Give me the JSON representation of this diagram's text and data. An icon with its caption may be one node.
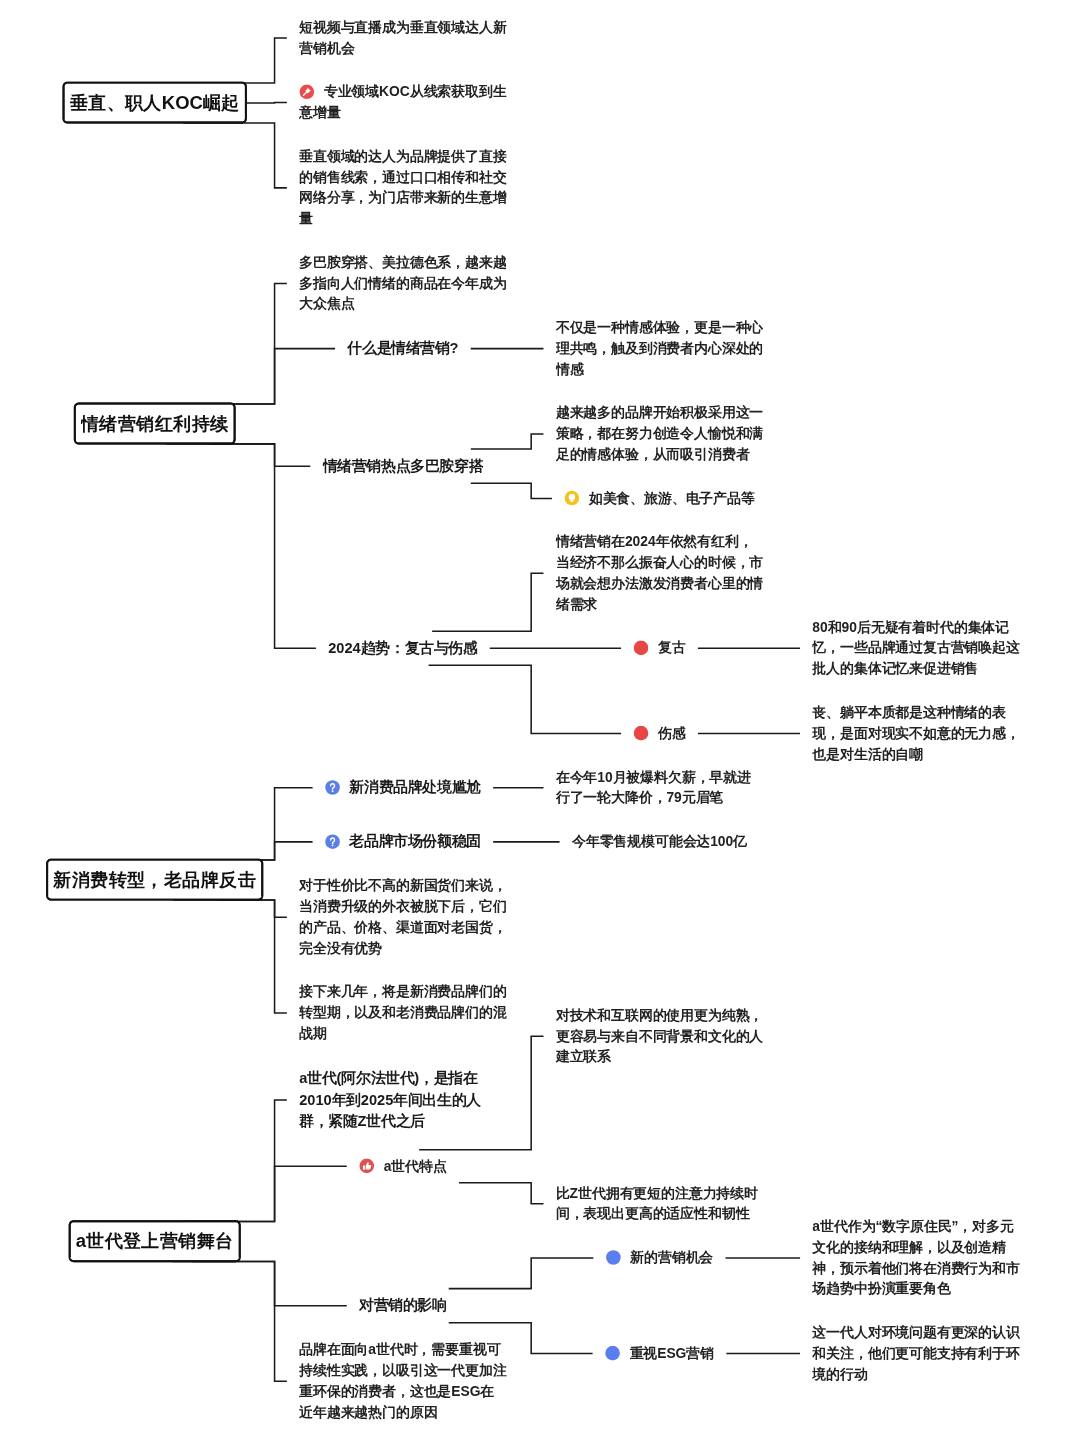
{
  "diagram": {
    "nodes": [
      {
        "text": [
          "垂直、职人KOC崛起"
        ]
      },
      {
        "text": [
          "短视频与直播成为垂直领域达人新营销机会"
        ]
      },
      {
        "text": [
          "专业领域KOC从线索获取到生意增量"
        ]
      },
      {
        "text": [
          "垂直领域的达人为品牌提供了直接的销售线索，通过口口相传和社交网络分享，为门店带来新的生意增量"
        ]
      },
      {
        "text": [
          "情绪营销红利持续"
        ]
      },
      {
        "text": [
          "多巴胺穿搭、美拉德色系，越来越多指向人们情绪的商品在今年成为大众焦点"
        ]
      },
      {
        "text": [
          "什么是情绪营销?"
        ]
      },
      {
        "text": [
          "不仅是一种情感体验，更是一种心理共鸣，触及到消费者内心深处的情感"
        ]
      },
      {
        "text": [
          "情绪营销热点多巴胺穿搭"
        ]
      },
      {
        "text": [
          "越来越多的品牌开始积极采用这一策略，都在努力创造令人愉悦和满足的情感体验，从而吸引消费者"
        ]
      },
      {
        "text": [
          "如美食、旅游、电子产品等"
        ]
      },
      {
        "text": [
          "2024趋势：复古与伤感"
        ]
      },
      {
        "text": [
          "情绪营销在2024年依然有红利，当经济不那么振奋人心的时候，市场就会想办法激发消费者心里的情绪需求"
        ]
      },
      {
        "text": [
          "复古"
        ]
      },
      {
        "text": [
          "80和90后无疑有着时代的集体记忆，一些品牌通过复古营销唤起这批人的集体记忆来促进销售"
        ]
      },
      {
        "text": [
          "伤感"
        ]
      },
      {
        "text": [
          "丧、躺平本质都是这种情绪的表现，是面对现实不如意的无力感，也是对生活的自嘲"
        ]
      },
      {
        "text": [
          "新消费转型，老品牌反击"
        ]
      },
      {
        "text": [
          "新消费品牌处境尴尬"
        ]
      },
      {
        "text": [
          "在今年10月被爆料欠薪，早就进行了一轮大降价，79元眉笔"
        ]
      },
      {
        "text": [
          "老品牌市场份额稳固"
        ]
      },
      {
        "text": [
          "今年零售规模可能会达100亿"
        ]
      },
      {
        "text": [
          "对于性价比不高的新国货们来说，当消费升级的外衣被脱下后，它们的产品、价格、渠道面对老国货，完全没有优势"
        ]
      },
      {
        "text": [
          "接下来几年，将是新消费品牌们的转型期，以及和老消费品牌们的混战期"
        ]
      },
      {
        "text": [
          "a世代登上营销舞台"
        ]
      },
      {
        "text": [
          "a世代(阿尔法世代)，是指在2010年到2025年间出生的人群，紧随Z世代之后"
        ]
      },
      {
        "text": [
          "a世代特点"
        ]
      },
      {
        "text": [
          "对技术和互联网的使用更为纯熟，更容易与来自不同背景和文化的人建立联系"
        ]
      },
      {
        "text": [
          "比Z世代拥有更短的注意力持续时间，表现出更高的适应性和韧性"
        ]
      },
      {
        "text": [
          "对营销的影响"
        ]
      },
      {
        "text": [
          "新的营销机会"
        ]
      },
      {
        "text": [
          "a世代作为“数字原住民”，对多元文化的接纳和理解，以及创造精神，预示着他们将在消费行为和市场趋势中扮演重要角色"
        ]
      },
      {
        "text": [
          "重视ESG营销"
        ]
      },
      {
        "text": [
          "这一代人对环境问题有更深的认识和关注，他们更可能支持有利于环境的行动"
        ]
      },
      {
        "text": [
          "品牌在面向a世代时，需要重视可持续性实践，以吸引这一代更加注重环保的消费者，这也是ESG在近年越来越热门的原因"
        ]
      }
    ],
    "edges": [
      {
        "from": 0,
        "to": 1,
        "arrow": "none"
      },
      {
        "from": 0,
        "to": 2,
        "arrow": "none"
      },
      {
        "from": 0,
        "to": 3,
        "arrow": "none"
      },
      {
        "from": 4,
        "to": 5,
        "arrow": "none"
      },
      {
        "from": 4,
        "to": 6,
        "arrow": "none"
      },
      {
        "from": 6,
        "to": 7,
        "arrow": "none"
      },
      {
        "from": 4,
        "to": 8,
        "arrow": "none"
      },
      {
        "from": 8,
        "to": 9,
        "arrow": "none"
      },
      {
        "from": 8,
        "to": 10,
        "arrow": "none"
      },
      {
        "from": 4,
        "to": 11,
        "arrow": "none"
      },
      {
        "from": 11,
        "to": 12,
        "arrow": "none"
      },
      {
        "from": 11,
        "to": 13,
        "arrow": "none"
      },
      {
        "from": 13,
        "to": 14,
        "arrow": "none"
      },
      {
        "from": 11,
        "to": 15,
        "arrow": "none"
      },
      {
        "from": 15,
        "to": 16,
        "arrow": "none"
      },
      {
        "from": 17,
        "to": 18,
        "arrow": "none"
      },
      {
        "from": 18,
        "to": 19,
        "arrow": "none"
      },
      {
        "from": 17,
        "to": 20,
        "arrow": "none"
      },
      {
        "from": 20,
        "to": 21,
        "arrow": "none"
      },
      {
        "from": 17,
        "to": 22,
        "arrow": "none"
      },
      {
        "from": 17,
        "to": 23,
        "arrow": "none"
      },
      {
        "from": 24,
        "to": 25,
        "arrow": "none"
      },
      {
        "from": 24,
        "to": 26,
        "arrow": "none"
      },
      {
        "from": 26,
        "to": 27,
        "arrow": "none"
      },
      {
        "from": 26,
        "to": 28,
        "arrow": "none"
      },
      {
        "from": 24,
        "to": 29,
        "arrow": "none"
      },
      {
        "from": 29,
        "to": 30,
        "arrow": "none"
      },
      {
        "from": 30,
        "to": 31,
        "arrow": "none"
      },
      {
        "from": 29,
        "to": 32,
        "arrow": "none"
      },
      {
        "from": 32,
        "to": 33,
        "arrow": "none"
      },
      {
        "from": 24,
        "to": 34,
        "arrow": "none"
      }
    ]
  }
}
